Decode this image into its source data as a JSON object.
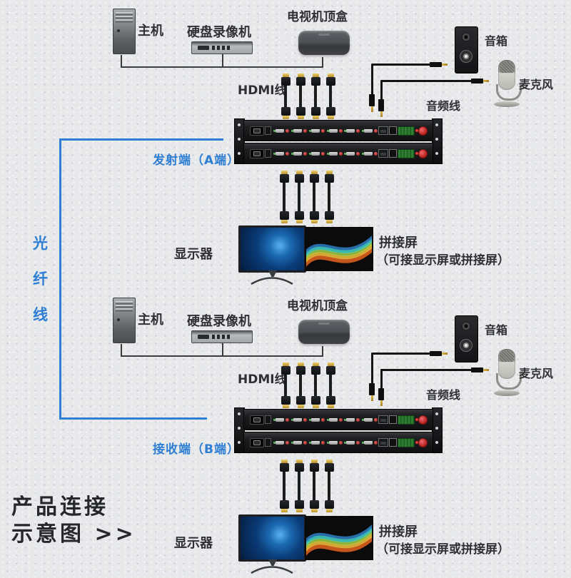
{
  "footer": {
    "line1": "产品连接",
    "line2": "示意图 >>"
  },
  "fiber_cable": {
    "label": "光纤线",
    "chars": [
      "光",
      "纤",
      "线"
    ]
  },
  "colors": {
    "accent_blue": "#2e7ed4",
    "label_dark": "#2f3033",
    "device_black": "#17181a",
    "fiber_connector_red": "#b71c1c",
    "terminal_green": "#2e7d32",
    "hdmi_gold": "#c9a12e"
  },
  "sections": [
    {
      "id": "A",
      "device_label": "发射端（A端）",
      "host": "主机",
      "dvr": "硬盘录像机",
      "stb": "电视机顶盒",
      "hdmi_cable": "HDMI线",
      "speaker": "音箱",
      "microphone": "麦克风",
      "audio_cable": "音频线",
      "monitor": "显示器",
      "splice_screen": "拼接屏",
      "splice_note": "（可接显示屏或拼接屏）"
    },
    {
      "id": "B",
      "device_label": "接收端（B端）",
      "host": "主机",
      "dvr": "硬盘录像机",
      "stb": "电视机顶盒",
      "hdmi_cable": "HDMI线",
      "speaker": "音箱",
      "microphone": "麦克风",
      "audio_cable": "音频线",
      "monitor": "显示器",
      "splice_screen": "拼接屏",
      "splice_note": "（可接显示屏或拼接屏）"
    }
  ]
}
